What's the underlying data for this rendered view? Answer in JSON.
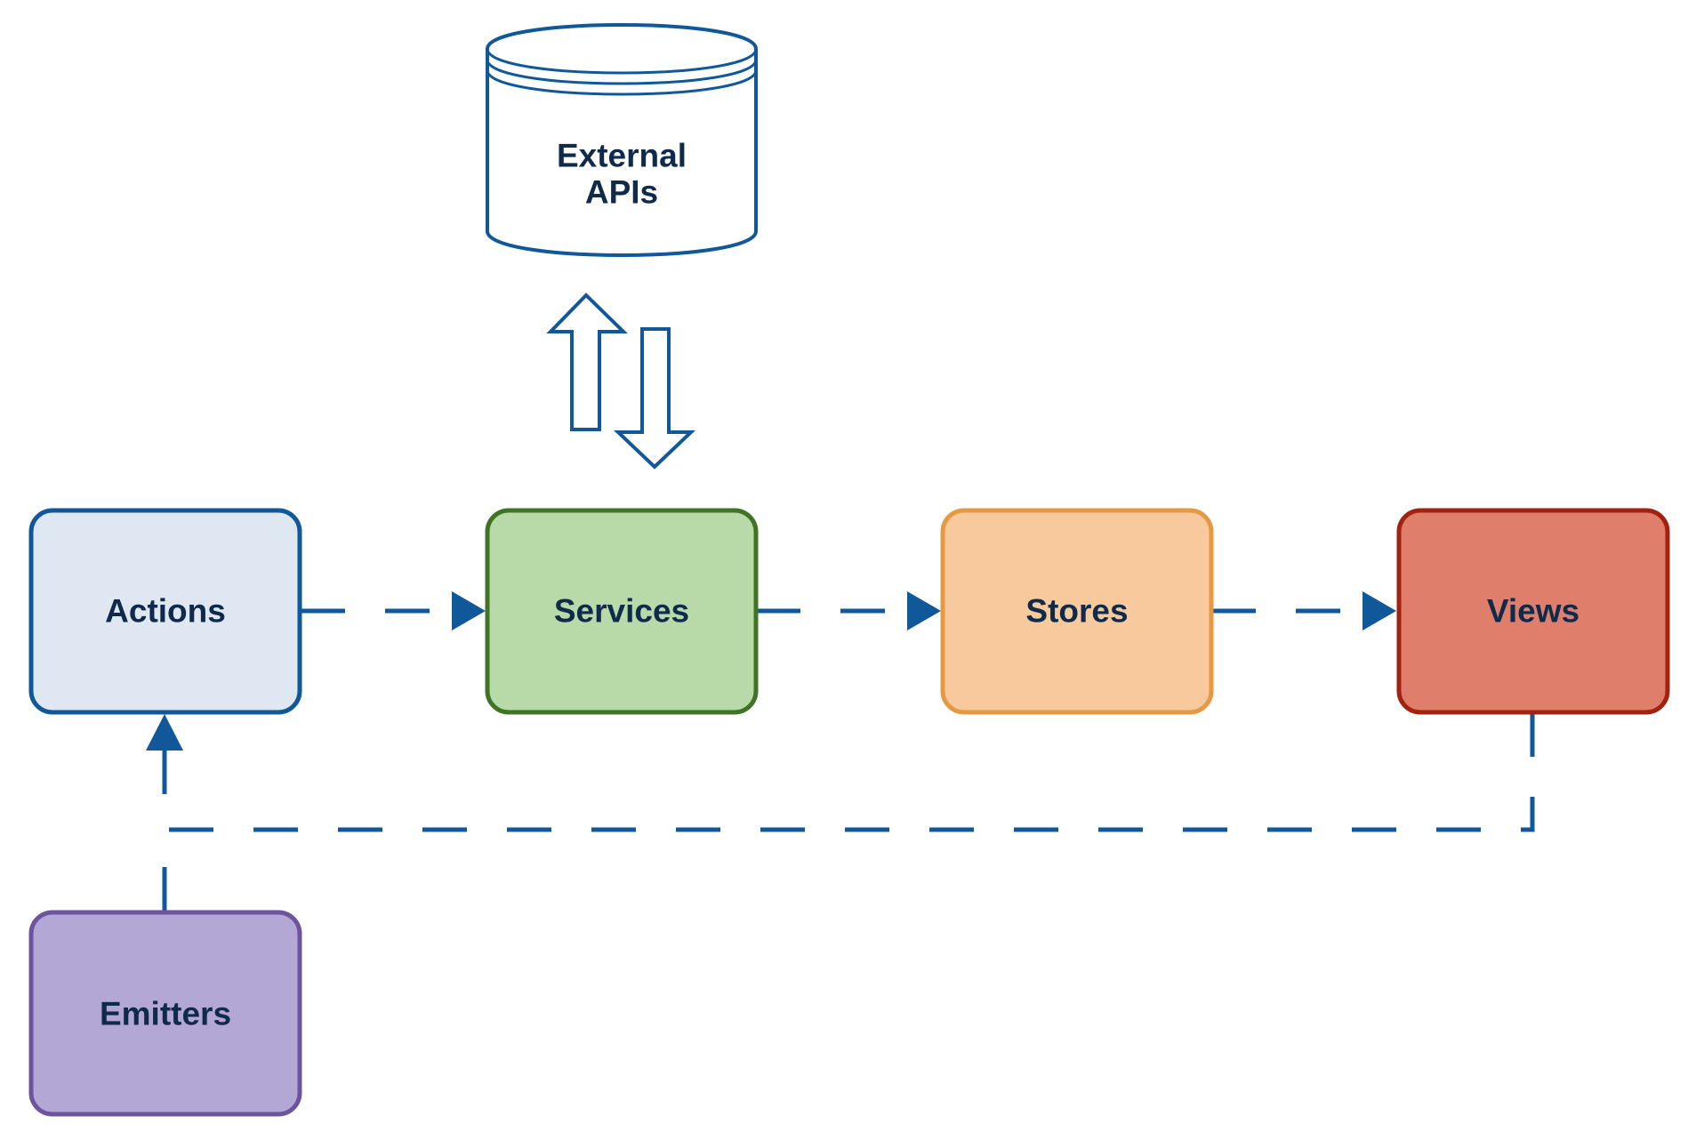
{
  "diagram": {
    "nodes": {
      "external_apis": {
        "label_line1": "External",
        "label_line2": "APIs",
        "fill": "#ffffff",
        "stroke": "#10589a"
      },
      "actions": {
        "label": "Actions",
        "fill": "#dfe7f2",
        "stroke": "#10589a"
      },
      "services": {
        "label": "Services",
        "fill": "#b8d9a8",
        "stroke": "#3f7425"
      },
      "stores": {
        "label": "Stores",
        "fill": "#f8c99c",
        "stroke": "#e69943"
      },
      "views": {
        "label": "Views",
        "fill": "#de7e6b",
        "stroke": "#a3220f"
      },
      "emitters": {
        "label": "Emitters",
        "fill": "#b3a7d5",
        "stroke": "#6c549e"
      }
    },
    "edge_color": "#10589a",
    "label_color": "#0f2a4a"
  }
}
